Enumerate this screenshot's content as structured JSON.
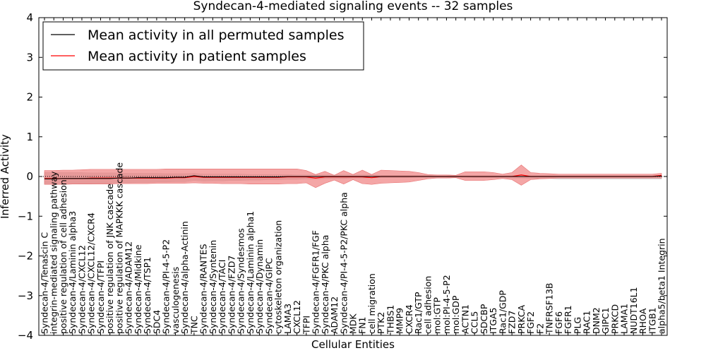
{
  "chart_data": {
    "type": "line",
    "title": "Syndecan-4-mediated signaling events -- 32 samples",
    "xlabel": "Cellular Entities",
    "ylabel": "Inferred Activity",
    "ylim": [
      -4,
      4
    ],
    "yticks": [
      "4",
      "3",
      "2",
      "1",
      "0",
      "−1",
      "−2",
      "−3",
      "−4"
    ],
    "grid": false,
    "legend_position": "top-left",
    "legend": [
      {
        "label": "Mean activity in all permuted samples",
        "color": "#000000"
      },
      {
        "label": "Mean activity in patient samples",
        "color": "#ff0000"
      }
    ],
    "categories": [
      "Syndecan-4/Tenascin C",
      "integrin-mediated signaling pathway",
      "positive regulation of cell adhesion",
      "Syndecan-4/Laminin alpha3",
      "Syndecan-4/CXCL12",
      "Syndecan-4/CXCL12/CXCR4",
      "Syndecan-4/TFPI",
      "positive regulation of JNK cascade",
      "positive regulation of MAPKKK cascade",
      "Syndecan-4/ADAM12",
      "Syndecan-4/Midkine",
      "Syndecan-4/TSP1",
      "SDC4",
      "Syndecan-4/PI-4-5-P2",
      "vasculogenesis",
      "Syndecan-4/alpha-Actinin",
      "TNC",
      "Syndecan-4/RANTES",
      "Syndecan-4/Syntenin",
      "Syndecan-4/TACI",
      "Syndecan-4/FZD7",
      "Syndecan-4/Syndesmos",
      "Syndecan-4/Laminin alpha1",
      "Syndecan-4/Dynamin",
      "Syndecan-4/GIPC",
      "cytoskeleton organization",
      "LAMA3",
      "CXCL12",
      "TFPI",
      "Syndecan-4/FGFR1/FGF",
      "Syndecan-4/PKC alpha",
      "ADAM12",
      "Syndecan-4/PI-4-5-P2/PKC alpha",
      "MDK",
      "FN1",
      "cell migration",
      "PTK2",
      "THBS1",
      "MMP9",
      "CXCR4",
      "Rac1/GTP",
      "cell adhesion",
      "mol:GTP",
      "mol:PI-4-5-P2",
      "mol:GDP",
      "ACTN1",
      "CCL5",
      "SDCBP",
      "ITGA5",
      "Rac1/GDP",
      "FZD7",
      "PRKCA",
      "FGF2",
      "F2",
      "TNFRSF13B",
      "FGF6",
      "FGFR1",
      "PLG",
      "RAC1",
      "DNM2",
      "GIPC1",
      "PRKCD",
      "LAMA1",
      "NUDT16L1",
      "RHOA",
      "ITGB1",
      "alpha5/beta1 Integrin"
    ],
    "series": [
      {
        "name": "Mean activity in all permuted samples",
        "color": "#000000",
        "values": [
          -0.06,
          -0.06,
          -0.05,
          -0.05,
          -0.05,
          -0.05,
          -0.05,
          -0.05,
          -0.04,
          -0.04,
          -0.03,
          -0.03,
          -0.03,
          -0.03,
          -0.02,
          -0.02,
          0.02,
          -0.01,
          -0.01,
          -0.01,
          -0.01,
          -0.01,
          -0.01,
          -0.01,
          -0.01,
          -0.01,
          0.0,
          0.0,
          0.0,
          0.0,
          0.0,
          0.0,
          0.0,
          0.0,
          0.0,
          0.0,
          0.0,
          0.0,
          0.0,
          0.0,
          0.0,
          0.0,
          0.0,
          0.0,
          0.0,
          0.0,
          0.0,
          0.0,
          0.0,
          0.0,
          0.0,
          0.0,
          0.0,
          0.0,
          0.0,
          0.0,
          0.0,
          0.0,
          0.0,
          0.0,
          0.0,
          0.0,
          0.0,
          0.0,
          0.0,
          0.0,
          0.01
        ],
        "band_upper": [
          0.1,
          0.1,
          0.1,
          0.1,
          0.1,
          0.09,
          0.09,
          0.09,
          0.09,
          0.08,
          0.08,
          0.08,
          0.08,
          0.07,
          0.07,
          0.07,
          0.08,
          0.06,
          0.06,
          0.06,
          0.06,
          0.06,
          0.05,
          0.05,
          0.05,
          0.05,
          0.05,
          0.04,
          0.04,
          0.04,
          0.04,
          0.04,
          0.04,
          0.04,
          0.04,
          0.04,
          0.03,
          0.03,
          0.03,
          0.03,
          0.03,
          0.03,
          0.02,
          0.02,
          0.02,
          0.02,
          0.02,
          0.02,
          0.02,
          0.02,
          0.02,
          0.02,
          0.02,
          0.02,
          0.02,
          0.02,
          0.02,
          0.02,
          0.02,
          0.02,
          0.02,
          0.02,
          0.02,
          0.02,
          0.02,
          0.02,
          0.03
        ],
        "band_lower": [
          -0.2,
          -0.2,
          -0.19,
          -0.19,
          -0.18,
          -0.18,
          -0.17,
          -0.17,
          -0.16,
          -0.16,
          -0.15,
          -0.15,
          -0.14,
          -0.14,
          -0.13,
          -0.13,
          -0.1,
          -0.12,
          -0.11,
          -0.11,
          -0.1,
          -0.1,
          -0.09,
          -0.09,
          -0.08,
          -0.08,
          -0.07,
          -0.07,
          -0.06,
          -0.06,
          -0.05,
          -0.05,
          -0.05,
          -0.04,
          -0.04,
          -0.03,
          -0.03,
          -0.03,
          -0.03,
          -0.03,
          -0.02,
          -0.02,
          -0.02,
          -0.02,
          -0.02,
          -0.02,
          -0.03,
          -0.03,
          -0.03,
          -0.03,
          -0.04,
          -0.04,
          -0.05,
          -0.05,
          -0.05,
          -0.06,
          -0.06,
          -0.06,
          -0.06,
          -0.06,
          -0.06,
          -0.06,
          -0.06,
          -0.06,
          -0.06,
          -0.06,
          -0.06
        ]
      },
      {
        "name": "Mean activity in patient samples",
        "color": "#ff0000",
        "values": [
          -0.05,
          -0.05,
          -0.05,
          -0.05,
          -0.05,
          -0.04,
          -0.04,
          -0.04,
          -0.04,
          -0.04,
          -0.04,
          -0.04,
          -0.04,
          -0.04,
          -0.03,
          -0.03,
          0.0,
          -0.02,
          -0.02,
          -0.02,
          -0.02,
          -0.02,
          -0.02,
          -0.02,
          -0.02,
          -0.02,
          -0.01,
          -0.01,
          -0.01,
          -0.04,
          -0.01,
          -0.01,
          -0.01,
          -0.01,
          -0.01,
          -0.03,
          0.0,
          0.0,
          0.0,
          0.0,
          0.0,
          0.0,
          0.0,
          0.0,
          0.0,
          0.0,
          0.0,
          0.0,
          0.0,
          0.0,
          0.0,
          0.04,
          0.0,
          0.0,
          0.0,
          0.0,
          0.0,
          0.0,
          0.0,
          0.0,
          0.0,
          0.0,
          0.0,
          0.0,
          0.0,
          0.0,
          0.03
        ],
        "band_upper": [
          0.15,
          0.15,
          0.16,
          0.16,
          0.17,
          0.18,
          0.18,
          0.18,
          0.18,
          0.18,
          0.18,
          0.18,
          0.18,
          0.19,
          0.19,
          0.19,
          0.19,
          0.19,
          0.19,
          0.19,
          0.19,
          0.19,
          0.19,
          0.19,
          0.19,
          0.19,
          0.19,
          0.19,
          0.15,
          0.05,
          0.13,
          0.03,
          0.15,
          0.05,
          0.16,
          0.05,
          0.16,
          0.15,
          0.14,
          0.13,
          0.1,
          0.05,
          0.04,
          0.04,
          0.03,
          0.12,
          0.12,
          0.12,
          0.1,
          0.06,
          0.1,
          0.29,
          0.1,
          0.08,
          0.07,
          0.06,
          0.06,
          0.06,
          0.06,
          0.06,
          0.06,
          0.06,
          0.06,
          0.06,
          0.06,
          0.06,
          0.08
        ],
        "band_lower": [
          -0.2,
          -0.2,
          -0.2,
          -0.19,
          -0.19,
          -0.19,
          -0.19,
          -0.19,
          -0.18,
          -0.18,
          -0.18,
          -0.18,
          -0.17,
          -0.17,
          -0.17,
          -0.17,
          -0.16,
          -0.17,
          -0.17,
          -0.18,
          -0.18,
          -0.18,
          -0.19,
          -0.19,
          -0.19,
          -0.19,
          -0.18,
          -0.18,
          -0.16,
          -0.28,
          -0.17,
          -0.09,
          -0.19,
          -0.08,
          -0.18,
          -0.2,
          -0.17,
          -0.16,
          -0.15,
          -0.14,
          -0.1,
          -0.06,
          -0.04,
          -0.04,
          -0.03,
          -0.1,
          -0.1,
          -0.1,
          -0.08,
          -0.05,
          -0.08,
          -0.22,
          -0.08,
          -0.06,
          -0.05,
          -0.04,
          -0.04,
          -0.04,
          -0.04,
          -0.04,
          -0.04,
          -0.04,
          -0.04,
          -0.04,
          -0.04,
          -0.04,
          -0.04
        ]
      }
    ],
    "permuted_band_color": "#cccccc",
    "patient_band_color": "#f08080"
  }
}
